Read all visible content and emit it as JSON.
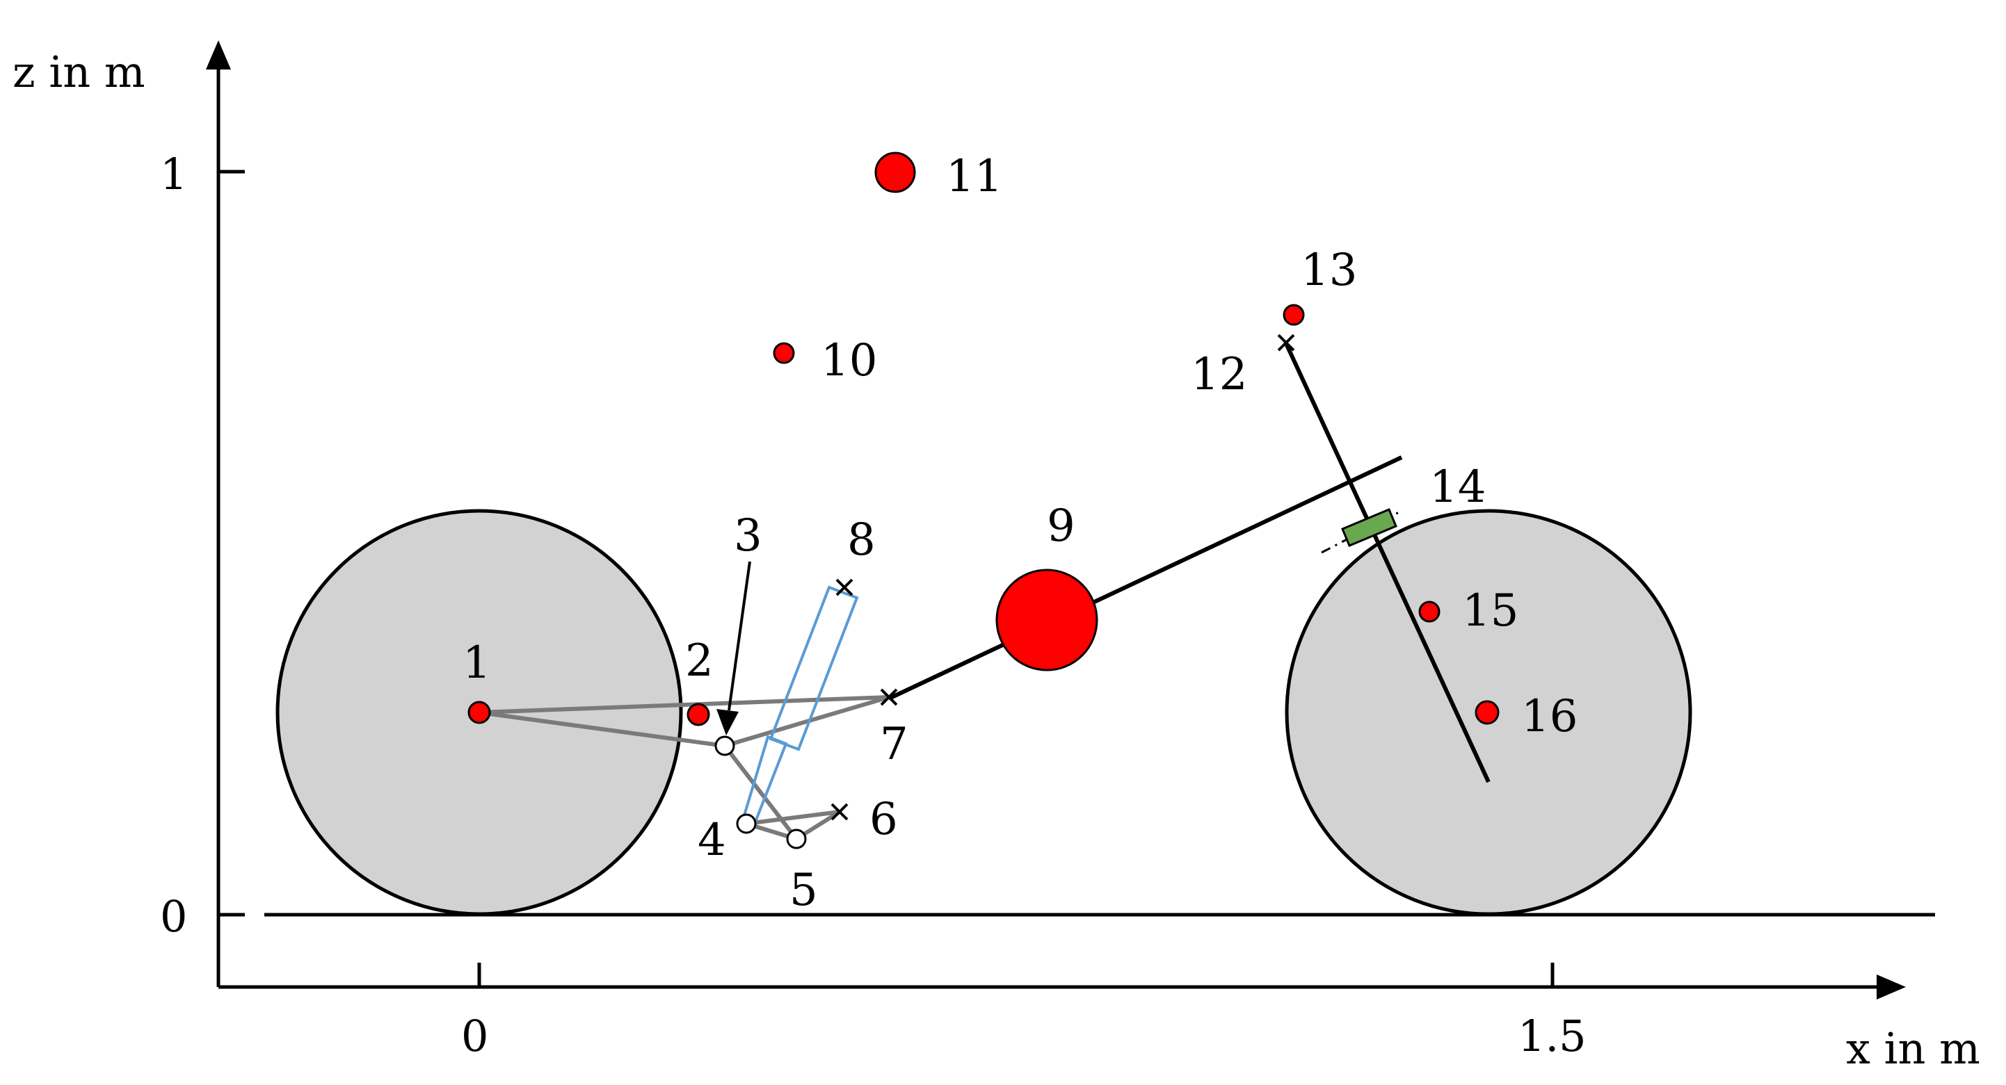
{
  "axes": {
    "x_label": "x in m",
    "z_label": "z in m",
    "x_ticks": [
      "0",
      "1.5"
    ],
    "z_ticks": [
      "0",
      "1"
    ]
  },
  "point_labels": [
    "1",
    "2",
    "3",
    "4",
    "5",
    "6",
    "7",
    "8",
    "9",
    "10",
    "11",
    "12",
    "13",
    "14",
    "15",
    "16"
  ],
  "colors": {
    "wheel_fill": "#d3d2d3",
    "mass_point": "#ff0000",
    "linkage": "#7a7a7a",
    "shock": "#5b9bd5",
    "steering_bearing": "#6aa84f",
    "outline": "#000000"
  }
}
